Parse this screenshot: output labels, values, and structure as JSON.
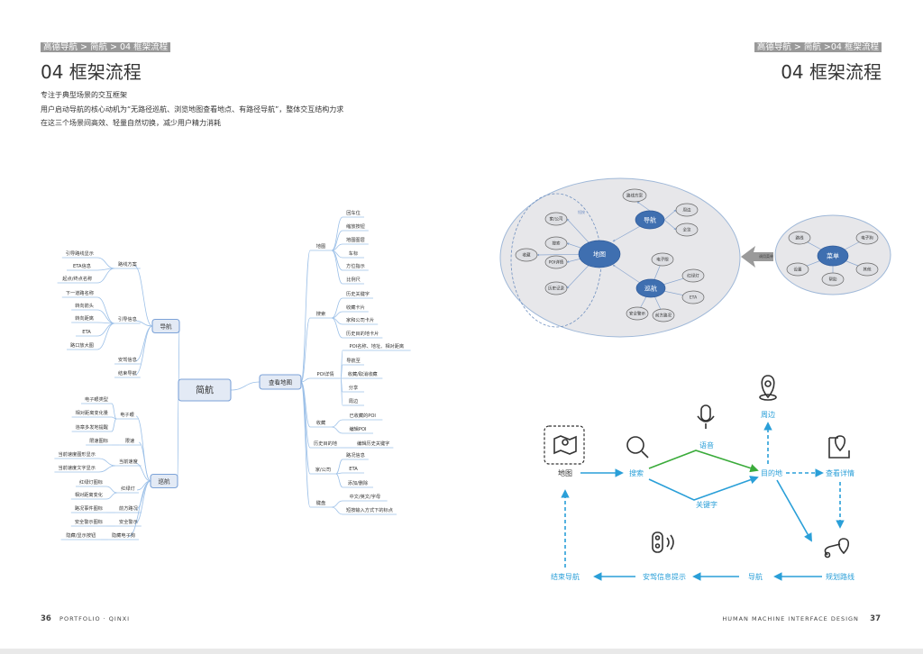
{
  "left_page": {
    "breadcrumb": "高德导航 > 简航 > 04 框架流程",
    "title": "04 框架流程",
    "desc1": "专注于典型场景的交互框架",
    "desc2": "用户启动导航的核心动机为“无路径巡航、浏览地图查看地点、有路径导航”，整体交互结构力求",
    "desc3": "在这三个场景间高效、轻量自然切换，减少用户精力消耗",
    "page_number": "36",
    "footer_text": "PORTFOLIO · QINXI"
  },
  "right_page": {
    "breadcrumb": "高德导航 > 简航 >04 框架流程",
    "title": "04 框架流程",
    "page_number": "37",
    "footer_text": "HUMAN MACHINE INTERFACE DESIGN"
  },
  "mindmap": {
    "root": "简航",
    "nav": "导航",
    "cruise": "巡航",
    "view": "查看地图",
    "nav_route": "路线方案",
    "nav_route_items": [
      "引导路线显示",
      "ETA信息",
      "起点/终点名称"
    ],
    "nav_guide": "引导信息",
    "nav_guide_items": [
      "下一道路名称",
      "转向箭头",
      "转向距离",
      "ETA",
      "路口放大图"
    ],
    "nav_safe": "安驾信息",
    "nav_end": "结束导航",
    "cruise_eye": "电子眼",
    "cruise_eye_items": [
      "电子眼类型",
      "相对距离变化量",
      "违章多发地提醒"
    ],
    "cruise_limit": "限速",
    "cruise_limit_items": [
      "限速图标"
    ],
    "cruise_speed": "当前速度",
    "cruise_speed_items": [
      "当前速度图形显示",
      "当前速度文字显示"
    ],
    "cruise_light": "红绿灯",
    "cruise_light_items": [
      "红绿灯图标",
      "相对距离变化"
    ],
    "cruise_ahead": "前方路况",
    "cruise_ahead_items": [
      "路况事件图标"
    ],
    "cruise_warn": "安全警示",
    "cruise_warn_items": [
      "安全警示图标"
    ],
    "cruise_hide": "隐藏电子狗",
    "cruise_hide_items": [
      "隐藏/显示按钮"
    ],
    "view_map": "地图",
    "view_map_items": [
      "回车位",
      "缩放按钮",
      "地图图层",
      "车标",
      "方位指示",
      "比例尺"
    ],
    "view_search": "搜索",
    "view_search_items": [
      "历史关键字",
      "收藏卡片",
      "家和公司卡片",
      "历史目的地卡片"
    ],
    "view_poi": "POI详情",
    "view_poi_items": [
      "POI名称、地址、相对距离",
      "导航至",
      "收藏/取消收藏",
      "分享",
      "周边"
    ],
    "view_fav": "收藏",
    "view_fav_items": [
      "已收藏的POI",
      "编辑POI"
    ],
    "view_hist": "历史目的地",
    "view_hist_items": [
      "编辑历史关键字"
    ],
    "view_home": "家/公司",
    "view_home_items": [
      "路况信息",
      "ETA",
      "添加/删除"
    ],
    "view_keyboard": "键盘",
    "view_keyboard_items": [
      "中文/英文/字母",
      "短按输入方式下的标点"
    ]
  },
  "state_diagram": {
    "center": "地图",
    "nav": "导航",
    "cruise": "巡航",
    "menu": "菜单",
    "menu_label": "调用菜单",
    "link_label": "短按",
    "tag_route": "路线方案",
    "left_items": [
      "家/公司",
      "搜索",
      "收藏",
      "POI详情",
      "历史记录"
    ],
    "nav_items": [
      "周边",
      "全览"
    ],
    "cruise_items": [
      "电子眼",
      "红绿灯",
      "ETA",
      "安全警示",
      "前方路况"
    ],
    "menu_items": [
      "路线",
      "电子狗",
      "设置",
      "其他",
      "帮助"
    ]
  },
  "flow": {
    "map": "地图",
    "search": "搜索",
    "voice": "语音",
    "keyword": "关键字",
    "dest": "目的地",
    "nearby": "周边",
    "detail": "查看详情",
    "route": "规划路线",
    "navigation": "导航",
    "safe": "安驾信息提示",
    "end": "结束导航"
  },
  "colors": {
    "accent": "#2a9fd8",
    "green": "#3aab3a",
    "node_fill": "#e3eaf5",
    "node_stroke": "#7da3d8",
    "oval_fill": "#e7e7ea",
    "blue_node": "#3f6fb0"
  }
}
